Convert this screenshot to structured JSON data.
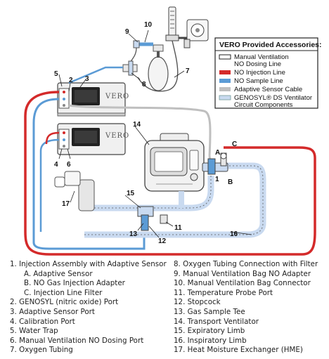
{
  "legend": {
    "title": "VERO Provided Accessories:",
    "items": [
      {
        "line1": "Manual Ventilation",
        "line2": "NO Dosing Line",
        "color": "#ffffff"
      },
      {
        "line1": "NO Injection Line",
        "line2": "",
        "color": "#d42a2a"
      },
      {
        "line1": "NO Sample Line",
        "line2": "",
        "color": "#5b9bd5"
      },
      {
        "line1": "Adaptive Sensor Cable",
        "line2": "",
        "color": "#bfbfbf"
      },
      {
        "line1": "GENOSYL® DS Ventilator",
        "line2": "Circuit Components",
        "color": "#c9daf0"
      }
    ]
  },
  "device": {
    "brand": "VERO"
  },
  "callouts": {
    "n1": "1",
    "n2": "2",
    "n3": "3",
    "n4": "4",
    "n5": "5",
    "n6": "6",
    "n7": "7",
    "n8": "8",
    "n9": "9",
    "n10": "10",
    "n11": "11",
    "n12": "12",
    "n13": "13",
    "n14": "14",
    "n15": "15",
    "n16": "16",
    "n17": "17",
    "a": "A",
    "b": "B",
    "c": "C"
  },
  "key_left": [
    {
      "text": "1. Injection Assembly with Adaptive Sensor",
      "sub": false
    },
    {
      "text": "A. Adaptive Sensor",
      "sub": true
    },
    {
      "text": "B. NO Gas Injection Adapter",
      "sub": true
    },
    {
      "text": "C. Injection Line Filter",
      "sub": true
    },
    {
      "text": "2. GENOSYL (nitric oxide) Port",
      "sub": false
    },
    {
      "text": "3. Adaptive Sensor Port",
      "sub": false
    },
    {
      "text": "4. Calibration Port",
      "sub": false
    },
    {
      "text": "5. Water Trap",
      "sub": false
    },
    {
      "text": "6. Manual Ventilation NO Dosing Port",
      "sub": false
    },
    {
      "text": "7. Oxygen Tubing",
      "sub": false
    }
  ],
  "key_right": [
    {
      "text": "8. Oxygen Tubing Connection with Filter",
      "sub": false
    },
    {
      "text": "9. Manual Ventilation Bag NO Adapter",
      "sub": false
    },
    {
      "text": "10. Manual Ventilation Bag Connector",
      "sub": false
    },
    {
      "text": "11. Temperature Probe Port",
      "sub": false
    },
    {
      "text": "12. Stopcock",
      "sub": false
    },
    {
      "text": "13. Gas Sample Tee",
      "sub": false
    },
    {
      "text": "14. Transport Ventilator",
      "sub": false
    },
    {
      "text": "15. Expiratory Limb",
      "sub": false
    },
    {
      "text": "16. Inspiratory Limb",
      "sub": false
    },
    {
      "text": "17. Heat Moisture Exchanger (HME)",
      "sub": false
    }
  ]
}
